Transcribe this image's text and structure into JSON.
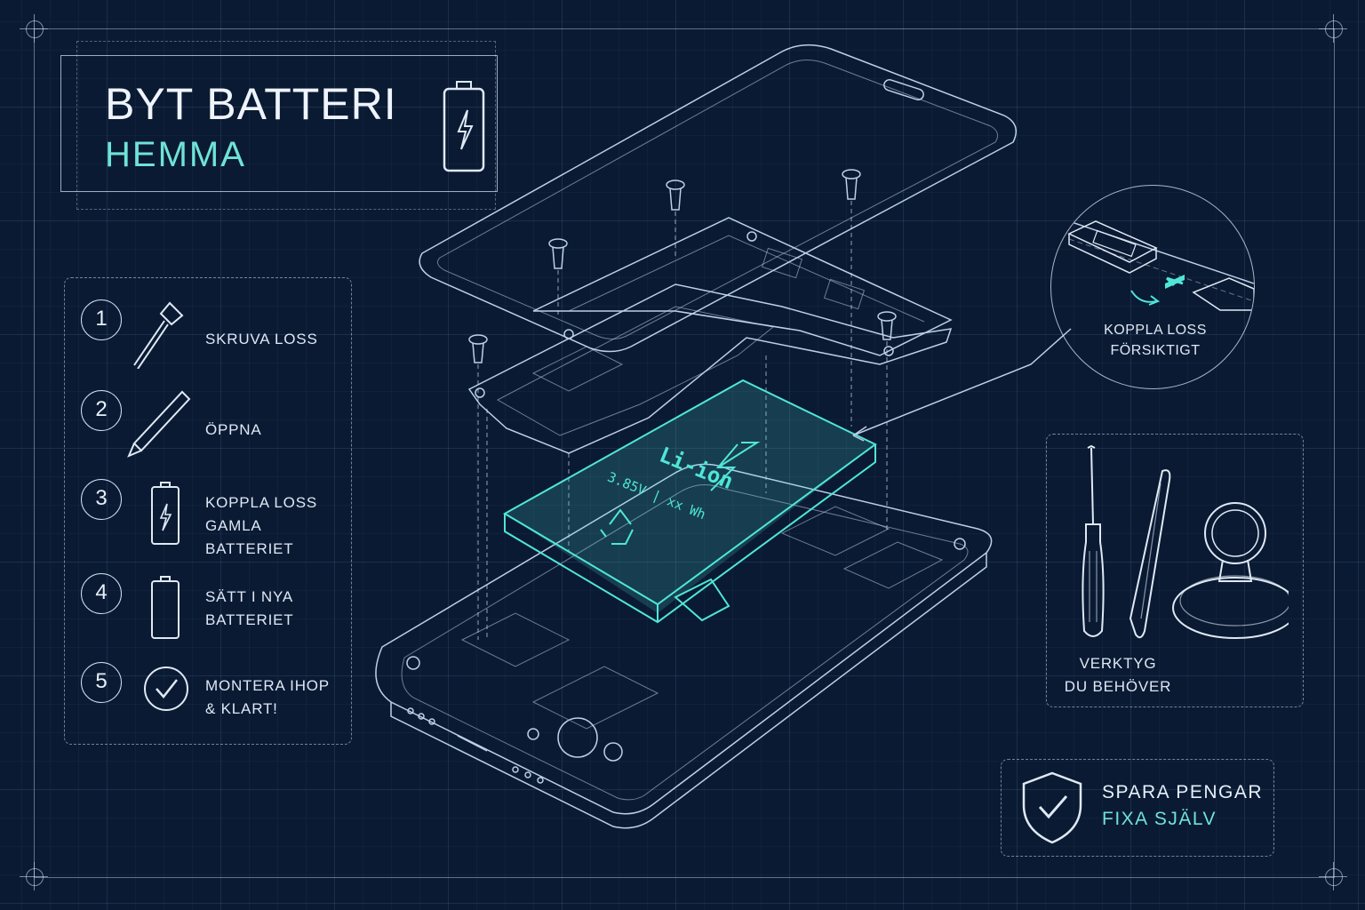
{
  "title": {
    "main": "BYT BATTERI",
    "sub": "HEMMA",
    "icon": "battery-charging-icon"
  },
  "steps": [
    {
      "number": "1",
      "label": "SKRUVA LOSS",
      "icon": "screwdriver-icon"
    },
    {
      "number": "2",
      "label": "ÖPPNA",
      "icon": "pry-tool-icon"
    },
    {
      "number": "3",
      "label": "KOPPLA LOSS\nGAMLA BATTERIET",
      "icon": "battery-charging-icon"
    },
    {
      "number": "4",
      "label": "SÄTT I NYA\nBATTERIET",
      "icon": "battery-icon"
    },
    {
      "number": "5",
      "label": "MONTERA IHOP\n& KLART!",
      "icon": "check-circle-icon"
    }
  ],
  "battery": {
    "type": "Li-ion",
    "spec": "3.85V  |  xx Wh",
    "icon": "recycle-icon"
  },
  "callout": {
    "label": "KOPPLA LOSS\nFÖRSIKTIGT"
  },
  "tools": {
    "label": "VERKTYG\nDU BEHÖVER",
    "icons": [
      "screwdriver-icon",
      "spudger-icon",
      "suction-cup-icon"
    ]
  },
  "savings": {
    "line1": "SPARA PENGAR",
    "line2": "FIXA SJÄLV",
    "icon": "shield-check-icon"
  },
  "colors": {
    "background": "#0b1a33",
    "accent": "#4fe6d8",
    "line": "#bcd0e6"
  }
}
